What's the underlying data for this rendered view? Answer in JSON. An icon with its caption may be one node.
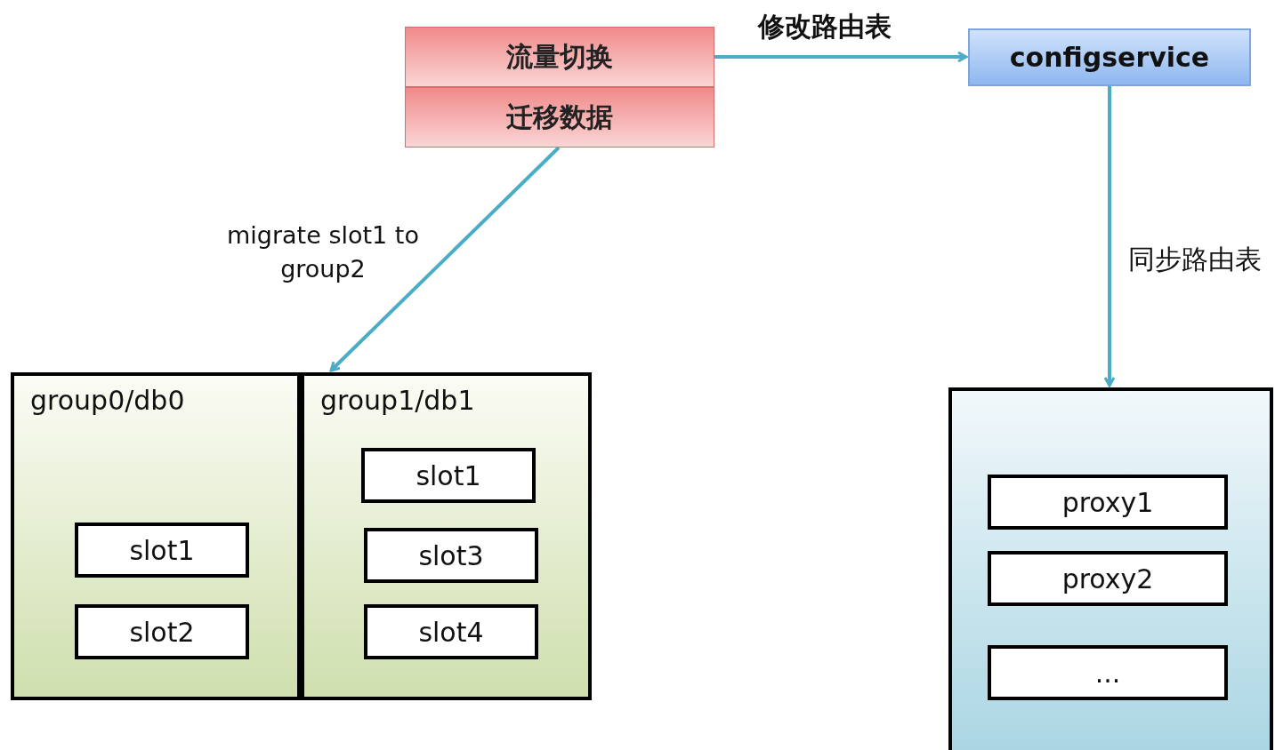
{
  "diagram": {
    "nodes": [
      {
        "text": [
          "流量切换"
        ]
      },
      {
        "text": [
          "迁移数据"
        ]
      },
      {
        "text": [
          "configservice"
        ]
      },
      {
        "text": [
          "group0/db0"
        ]
      },
      {
        "text": [
          "slot1"
        ],
        "in": 3
      },
      {
        "text": [
          "slot2"
        ],
        "in": 3
      },
      {
        "text": [
          "group1/db1"
        ]
      },
      {
        "text": [
          "slot1"
        ],
        "in": 6
      },
      {
        "text": [
          "slot3"
        ],
        "in": 6
      },
      {
        "text": [
          "slot4"
        ],
        "in": 6
      },
      {
        "text": [],
        "shape": "box"
      },
      {
        "text": [
          "proxy1"
        ],
        "in": 10
      },
      {
        "text": [
          "proxy2"
        ],
        "in": 10
      },
      {
        "text": [
          "..."
        ],
        "in": 10
      }
    ],
    "edges": [
      {
        "from": 0,
        "to": 2,
        "arrow": "to",
        "label": "修改路由表"
      },
      {
        "from": 1,
        "to": 6,
        "arrow": "to",
        "label": "migrate slot1 to group2"
      },
      {
        "from": 2,
        "to": 10,
        "arrow": "to",
        "label": "同步路由表"
      }
    ]
  }
}
